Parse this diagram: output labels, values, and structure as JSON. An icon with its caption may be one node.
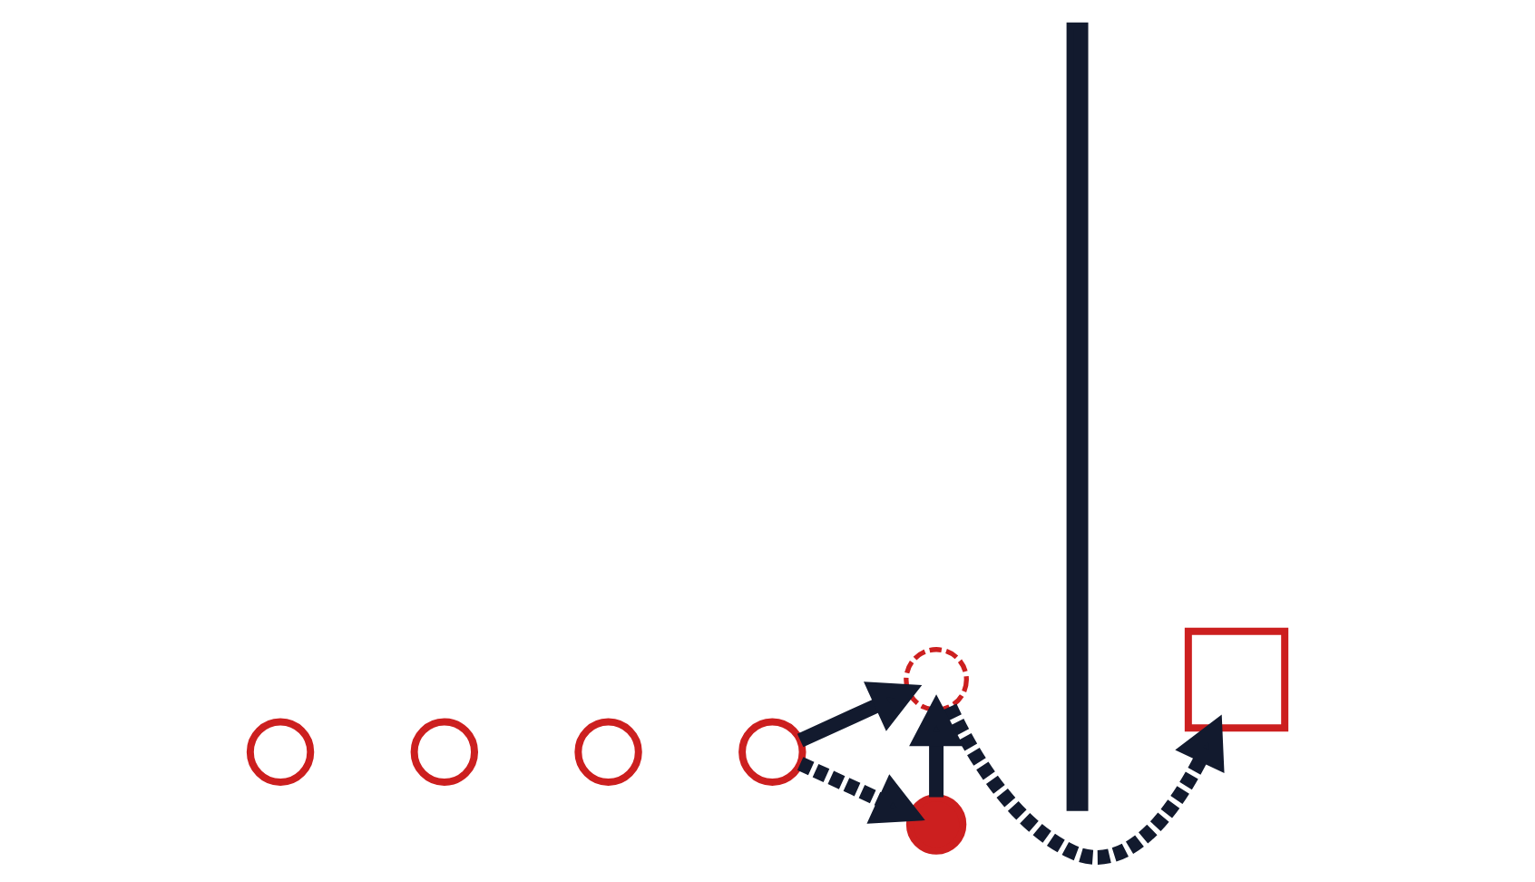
{
  "diagram": {
    "nodes": [
      {
        "text": [],
        "shape": "circle"
      },
      {
        "text": [],
        "shape": "circle"
      },
      {
        "text": [],
        "shape": "circle"
      },
      {
        "text": [],
        "shape": "circle"
      },
      {
        "text": [],
        "shape": "circle"
      },
      {
        "text": [],
        "shape": "circle"
      },
      {
        "text": [],
        "shape": "bar"
      },
      {
        "text": [],
        "shape": "box"
      }
    ],
    "edges": [
      {
        "from": 3,
        "to": 4,
        "arrow": "to"
      },
      {
        "from": 3,
        "to": 5,
        "arrow": "to",
        "style": "dashed"
      },
      {
        "from": 5,
        "to": 4,
        "arrow": "to"
      },
      {
        "from": 4,
        "to": 7,
        "arrow": "to",
        "style": "dashed"
      }
    ]
  }
}
